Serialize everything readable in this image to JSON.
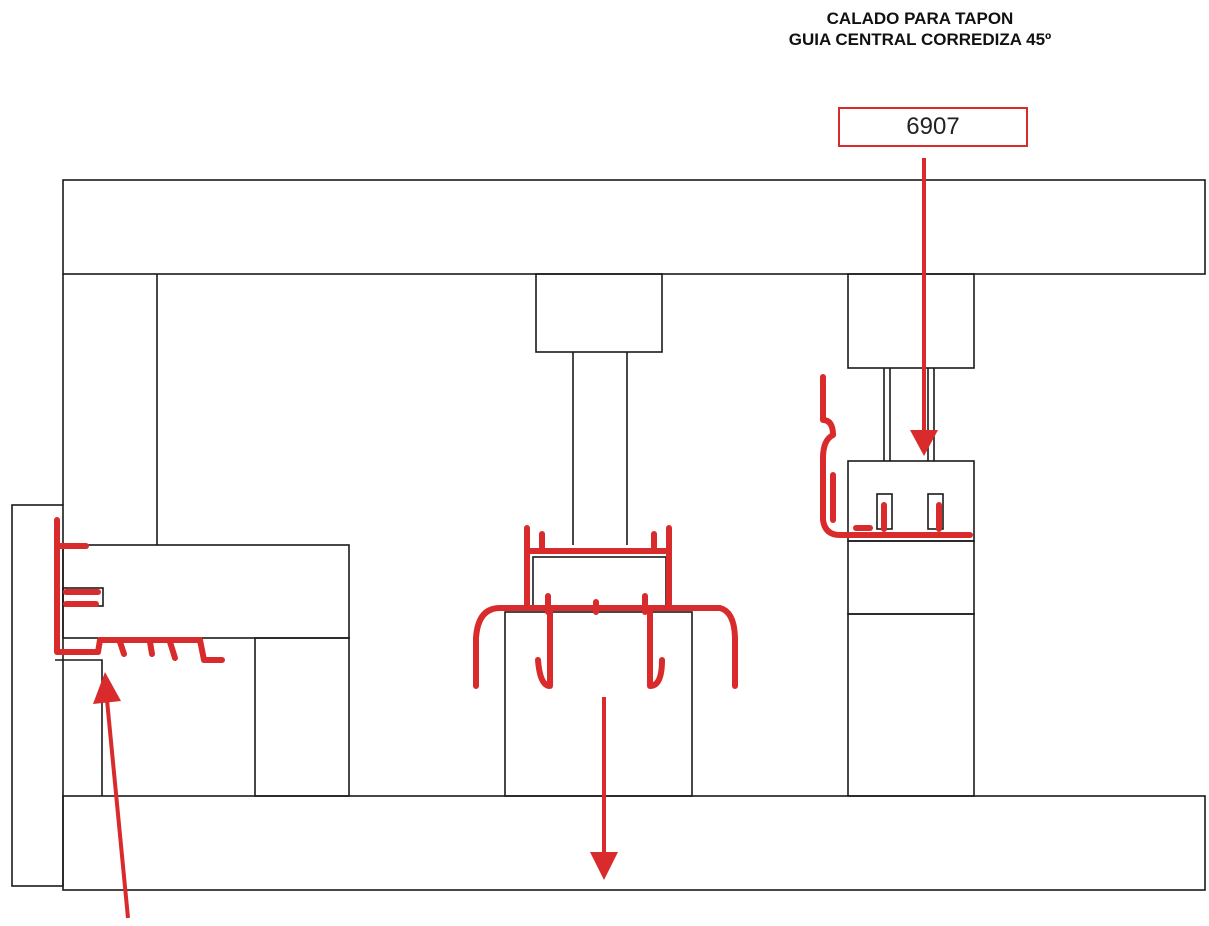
{
  "title": {
    "line1": "CALADO PARA TAPON",
    "line2": "GUIA CENTRAL CORREDIZA 45º"
  },
  "code_label": "6907",
  "colors": {
    "profile": "#d92b2b",
    "arrow": "#d92b2b",
    "outline": "#1a1a1a",
    "background": "#ffffff"
  }
}
